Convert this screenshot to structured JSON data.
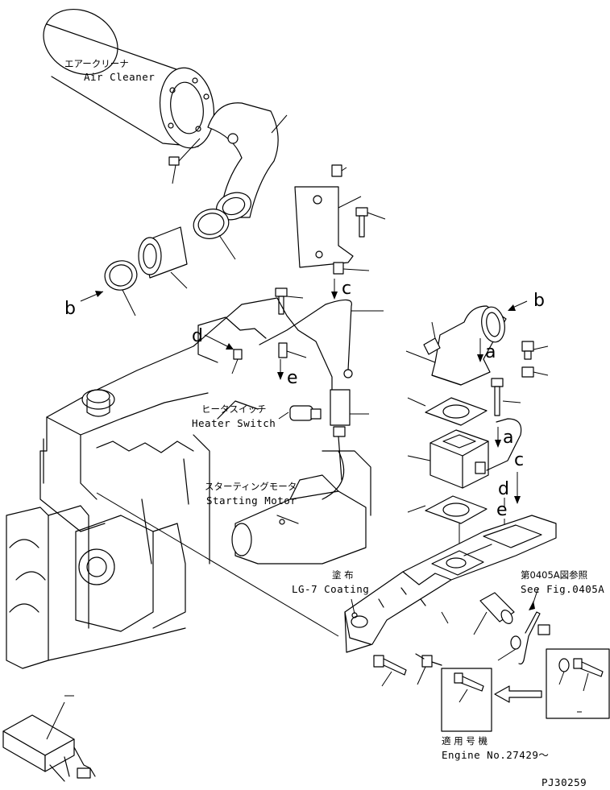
{
  "labels": {
    "air_cleaner_jp": "エアークリーナ",
    "air_cleaner_en": "Air Cleaner",
    "heater_switch_jp": "ヒータスイッチ",
    "heater_switch_en": "Heater Switch",
    "starting_motor_jp": "スターティングモータ",
    "starting_motor_en": "Starting Motor",
    "coating_jp": "塗 布",
    "coating_en": "LG-7 Coating",
    "see_fig_jp": "第0405A図参照",
    "see_fig_en": "See Fig.0405A",
    "engine_no_jp": "適 用 号 機",
    "engine_no_en": "Engine No.27429～",
    "figure_code": "PJ30259"
  },
  "ref_letters": {
    "a": "a",
    "b": "b",
    "c": "c",
    "d": "d",
    "e": "e"
  },
  "icons": [
    "arrow-right-icon"
  ]
}
